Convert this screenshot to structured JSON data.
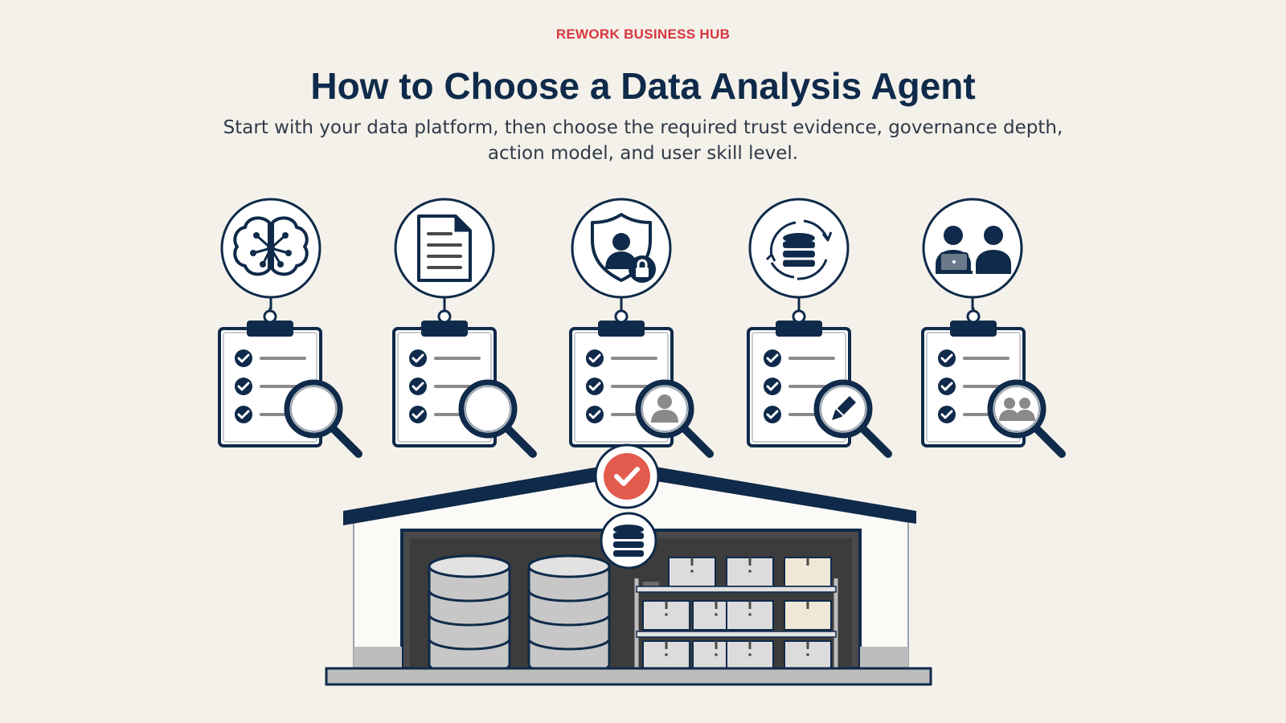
{
  "header": {
    "brand": "REWORK BUSINESS HUB",
    "title": "How to Choose a Data Analysis Agent",
    "subtitle": "Start with your data platform, then choose the required trust evidence, governance depth, action model, and user skill level."
  },
  "colors": {
    "navy": "#0f2a4a",
    "brand_red": "#d9363e",
    "check_red": "#e35b4d",
    "background": "#f4f1ea",
    "gray": "#bdbdbd",
    "text": "#2f3a48"
  },
  "icons": [
    "brain-network-icon",
    "document-icon",
    "shield-user-lock-icon",
    "database-sync-icon",
    "two-users-laptop-icon"
  ],
  "clipboard_lenses": [
    "magnifier-empty",
    "magnifier-empty",
    "magnifier-user",
    "magnifier-pencil",
    "magnifier-users"
  ],
  "warehouse": {
    "badge_icon": "check-badge-icon",
    "roof_icon": "database-icon"
  }
}
